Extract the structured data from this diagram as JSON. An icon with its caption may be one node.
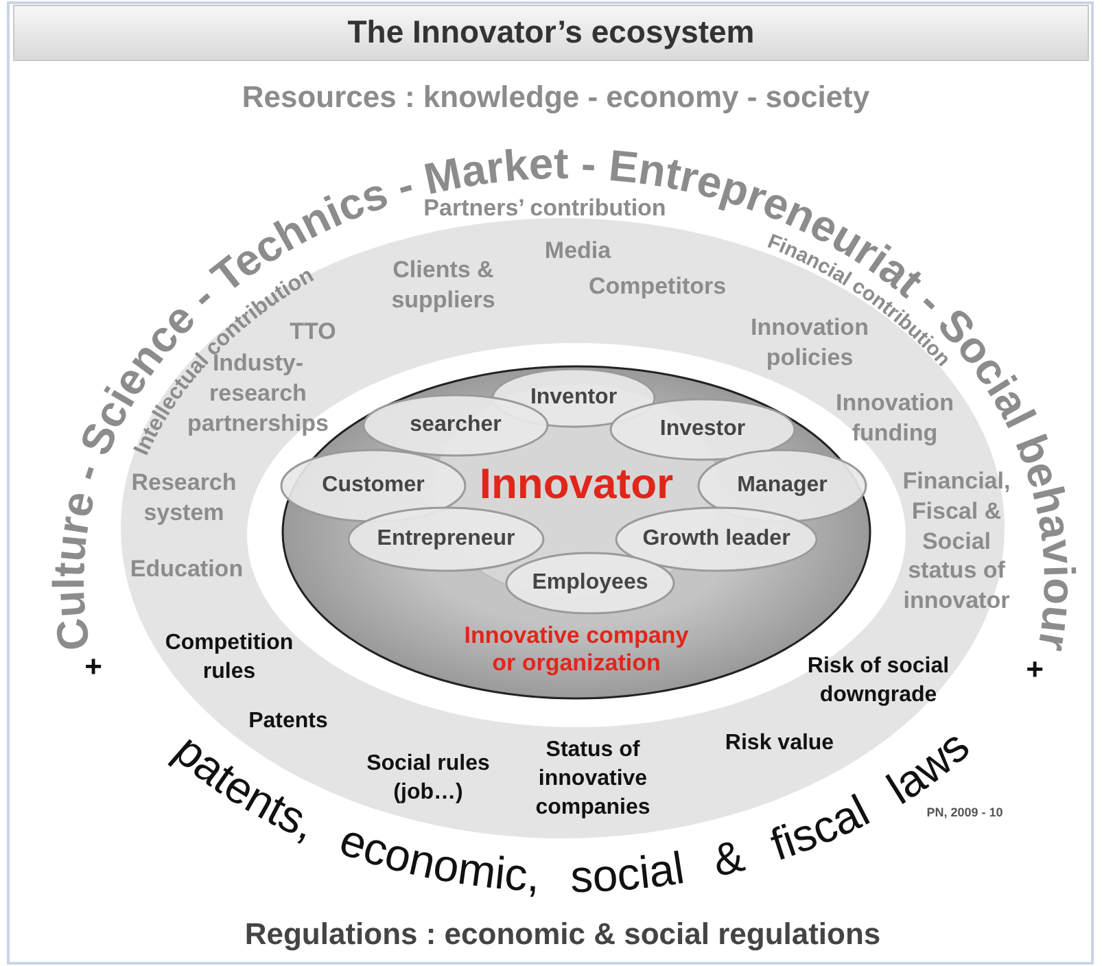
{
  "diagram": {
    "title": "The Innovator’s ecosystem",
    "nodes": [
      {
        "text": [
          "Innovator",
          "Innovative company or organization"
        ]
      },
      {
        "text": [
          "Inventor"
        ],
        "in": 0
      },
      {
        "text": [
          "searcher"
        ],
        "in": 0
      },
      {
        "text": [
          "Investor"
        ],
        "in": 0
      },
      {
        "text": [
          "Customer"
        ],
        "in": 0
      },
      {
        "text": [
          "Manager"
        ],
        "in": 0
      },
      {
        "text": [
          "Entrepreneur"
        ],
        "in": 0
      },
      {
        "text": [
          "Growth leader"
        ],
        "in": 0
      },
      {
        "text": [
          "Employees"
        ],
        "in": 0
      }
    ],
    "labels": [
      "Resources : knowledge - economy - society",
      "Culture - Science - Technics - Market - Entrepreneuriat - Social behaviour",
      "Partners’ contribution",
      "Intellectual contribution",
      "Clients & suppliers",
      "Media",
      "Competitors",
      "Financial contribution",
      "TTO",
      "Industy- research partnerships",
      "Innovation policies",
      "Innovation funding",
      "Research system",
      "Financial, Fiscal & Social status of innovator",
      "Education",
      "Competition rules",
      "+",
      "Risk of social downgrade",
      "+",
      "Patents",
      "Social rules (job…)",
      "Status of innovative companies",
      "Risk value",
      "patents, economic, social & fiscal laws",
      "PN, 2009 - 10",
      "Regulations : economic & social regulations"
    ]
  }
}
